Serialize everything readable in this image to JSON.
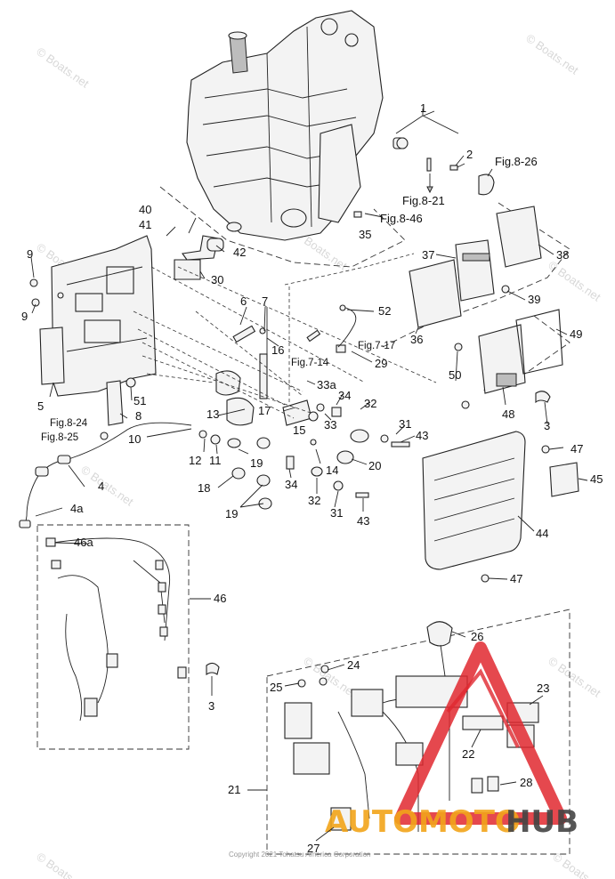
{
  "callouts": {
    "c1": "1",
    "c2": "2",
    "c3a": "3",
    "c3b": "3",
    "c4": "4",
    "c4a": "4a",
    "c5": "5",
    "c6": "6",
    "c7": "7",
    "c8": "8",
    "c9a": "9",
    "c9b": "9",
    "c10": "10",
    "c11": "11",
    "c12": "12",
    "c13": "13",
    "c14": "14",
    "c15": "15",
    "c16": "16",
    "c17": "17",
    "c18": "18",
    "c19a": "19",
    "c19b": "19",
    "c20": "20",
    "c21": "21",
    "c22": "22",
    "c23": "23",
    "c24": "24",
    "c25": "25",
    "c26": "26",
    "c27": "27",
    "c28": "28",
    "c29": "29",
    "c30": "30",
    "c31a": "31",
    "c31b": "31",
    "c32a": "32",
    "c32b": "32",
    "c33": "33",
    "c33a": "33a",
    "c34a": "34",
    "c34b": "34",
    "c35": "35",
    "c36": "36",
    "c37": "37",
    "c38": "38",
    "c39": "39",
    "c40": "40",
    "c41": "41",
    "c42": "42",
    "c43a": "43",
    "c43b": "43",
    "c44": "44",
    "c45": "45",
    "c46": "46",
    "c46a": "46a",
    "c47a": "47",
    "c47b": "47",
    "c48": "48",
    "c49": "49",
    "c50": "50",
    "c51": "51",
    "c52": "52"
  },
  "figure_refs": {
    "fig826": "Fig.8-26",
    "fig821": "Fig.8-21",
    "fig846": "Fig.8-46",
    "fig717": "Fig.7-17",
    "fig714": "Fig.7-14",
    "fig824": "Fig.8-24",
    "fig825": "Fig.8-25"
  },
  "watermark": "© Boats.net",
  "copyright": "Copyright 2021 Tohatsu America Corporation",
  "logo": {
    "left": "AUTOMOTO",
    "right": "HUB",
    "color_left": "#f2a51a",
    "color_right": "#444444",
    "triangle_color": "#e0282f"
  }
}
